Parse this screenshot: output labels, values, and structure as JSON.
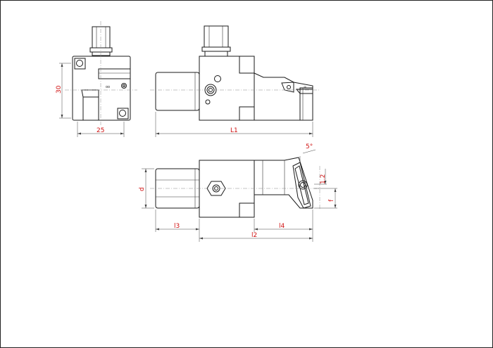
{
  "dimensions": {
    "height_30": "30",
    "width_25": "25",
    "l1": "L1",
    "angle": "5°",
    "offset_12": "1.2",
    "f": "f",
    "d": "d",
    "l3": "l3",
    "l4": "l4",
    "l2": "l2"
  },
  "insert_mark": "∞",
  "screw_mark": "oo",
  "colors": {
    "outline": "#1a1a1a",
    "dimension_text": "#d01010",
    "background": "#ffffff"
  }
}
